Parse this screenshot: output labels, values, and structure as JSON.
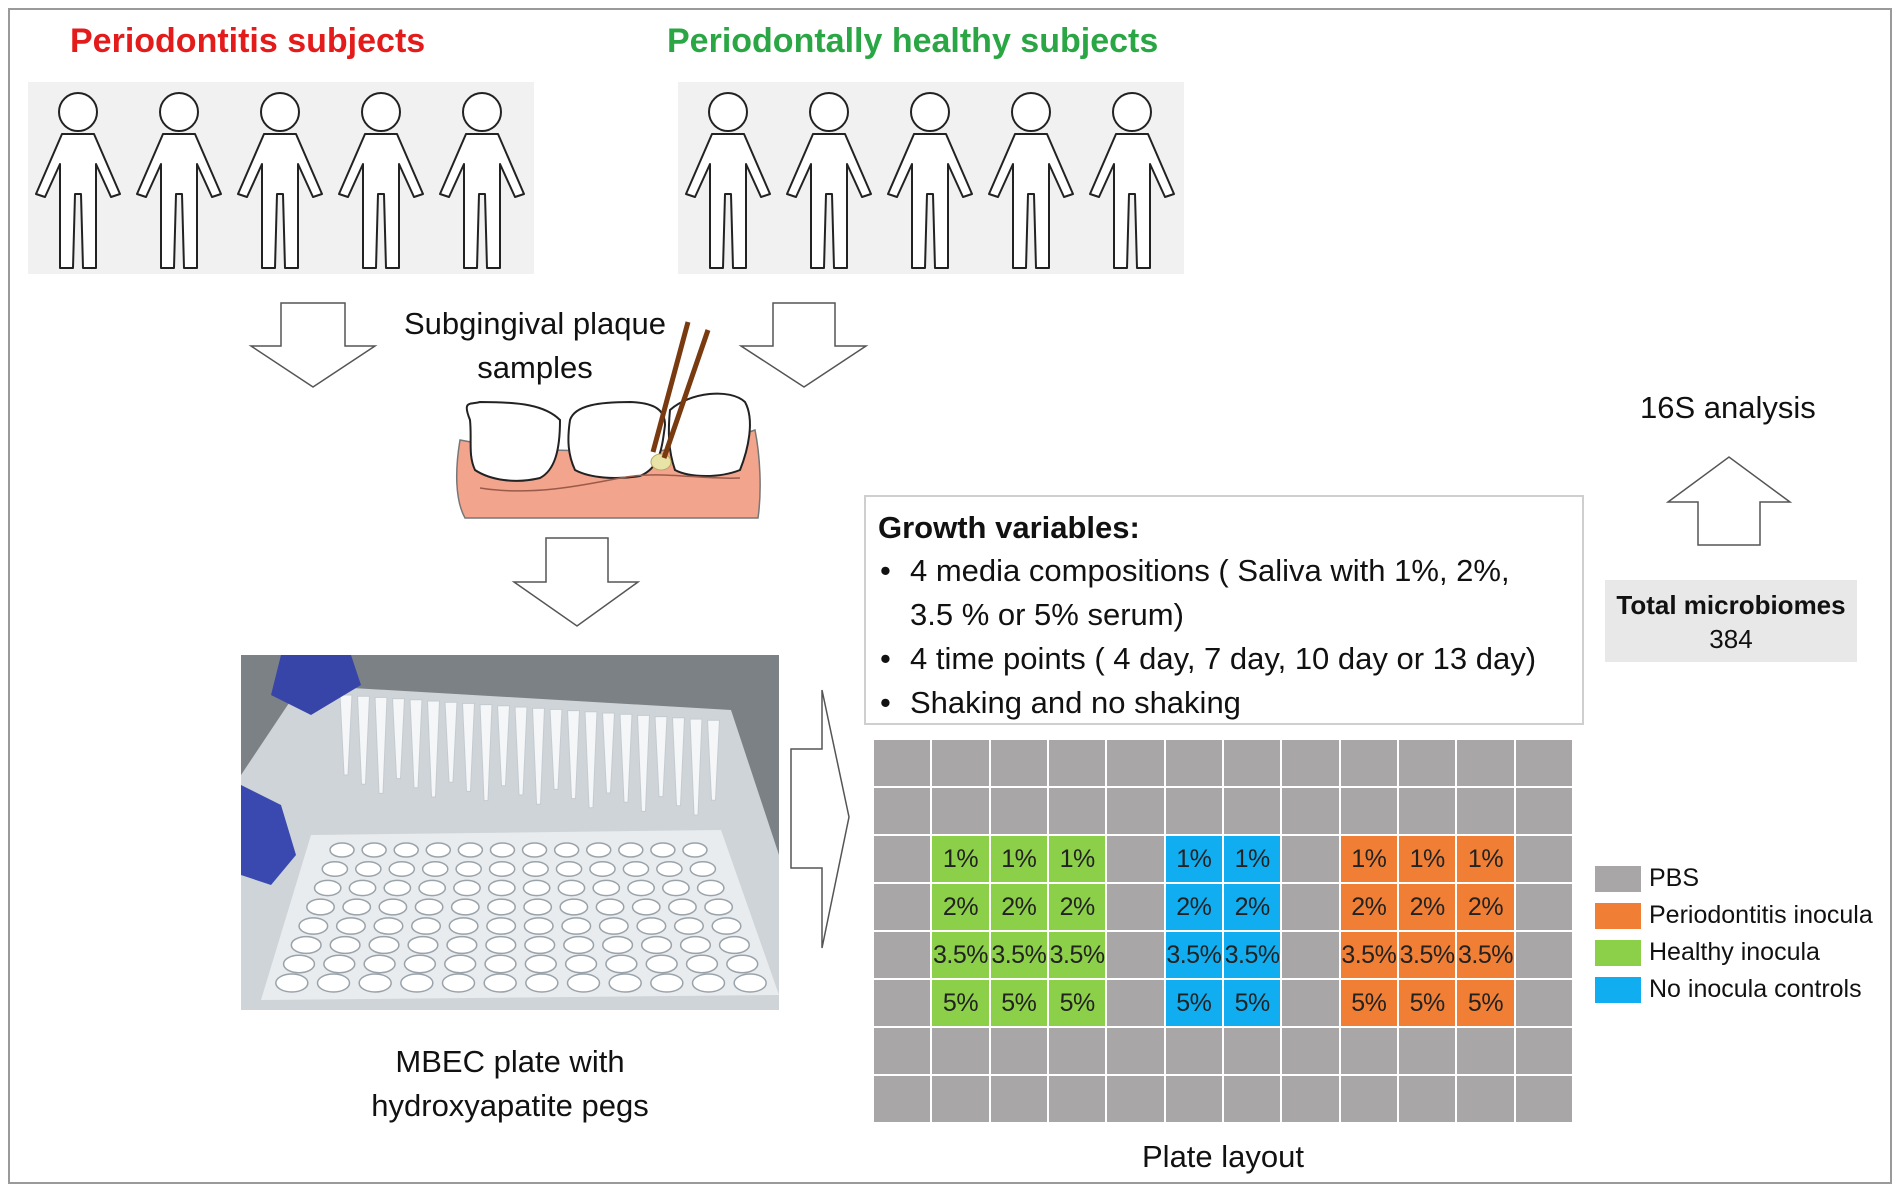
{
  "groups": {
    "periodontitis_title": "Periodontitis subjects",
    "healthy_title": "Periodontally healthy subjects",
    "periodontitis_color": "#e41b1b",
    "healthy_color": "#2aa744"
  },
  "sample_label": [
    "Subgingival plaque",
    "samples"
  ],
  "mbec_caption": [
    "MBEC plate with",
    "hydroxyapatite pegs"
  ],
  "growth_variables": {
    "title": "Growth variables:",
    "items": [
      [
        "4 media compositions ( Saliva with 1%, 2%,",
        "3.5 % or 5% serum)"
      ],
      [
        "4 time points ( 4 day, 7 day, 10 day or 13 day)"
      ],
      [
        "Shaking and no shaking"
      ]
    ]
  },
  "analysis": {
    "label": "16S analysis",
    "total_label": "Total microbiomes",
    "total_value": "384"
  },
  "plate": {
    "caption": "Plate layout",
    "rows": 8,
    "columns": 12,
    "colors": {
      "pbs": "#a8a6a6",
      "periodontitis": "#f07f35",
      "healthy": "#8ccf48",
      "control": "#10aef0"
    },
    "grid": [
      [
        "pbs",
        "pbs",
        "pbs",
        "pbs",
        "pbs",
        "pbs",
        "pbs",
        "pbs",
        "pbs",
        "pbs",
        "pbs",
        "pbs"
      ],
      [
        "pbs",
        "pbs",
        "pbs",
        "pbs",
        "pbs",
        "pbs",
        "pbs",
        "pbs",
        "pbs",
        "pbs",
        "pbs",
        "pbs"
      ],
      [
        "pbs",
        "healthy",
        "healthy",
        "healthy",
        "pbs",
        "control",
        "control",
        "pbs",
        "periodontitis",
        "periodontitis",
        "periodontitis",
        "pbs"
      ],
      [
        "pbs",
        "healthy",
        "healthy",
        "healthy",
        "pbs",
        "control",
        "control",
        "pbs",
        "periodontitis",
        "periodontitis",
        "periodontitis",
        "pbs"
      ],
      [
        "pbs",
        "healthy",
        "healthy",
        "healthy",
        "pbs",
        "control",
        "control",
        "pbs",
        "periodontitis",
        "periodontitis",
        "periodontitis",
        "pbs"
      ],
      [
        "pbs",
        "healthy",
        "healthy",
        "healthy",
        "pbs",
        "control",
        "control",
        "pbs",
        "periodontitis",
        "periodontitis",
        "periodontitis",
        "pbs"
      ],
      [
        "pbs",
        "pbs",
        "pbs",
        "pbs",
        "pbs",
        "pbs",
        "pbs",
        "pbs",
        "pbs",
        "pbs",
        "pbs",
        "pbs"
      ],
      [
        "pbs",
        "pbs",
        "pbs",
        "pbs",
        "pbs",
        "pbs",
        "pbs",
        "pbs",
        "pbs",
        "pbs",
        "pbs",
        "pbs"
      ]
    ],
    "labels": [
      [
        "",
        "",
        "",
        "",
        "",
        "",
        "",
        "",
        "",
        "",
        "",
        ""
      ],
      [
        "",
        "",
        "",
        "",
        "",
        "",
        "",
        "",
        "",
        "",
        "",
        ""
      ],
      [
        "",
        "1%",
        "1%",
        "1%",
        "",
        "1%",
        "1%",
        "",
        "1%",
        "1%",
        "1%",
        ""
      ],
      [
        "",
        "2%",
        "2%",
        "2%",
        "",
        "2%",
        "2%",
        "",
        "2%",
        "2%",
        "2%",
        ""
      ],
      [
        "",
        "3.5%",
        "3.5%",
        "3.5%",
        "",
        "3.5%",
        "3.5%",
        "",
        "3.5%",
        "3.5%",
        "3.5%",
        ""
      ],
      [
        "",
        "5%",
        "5%",
        "5%",
        "",
        "5%",
        "5%",
        "",
        "5%",
        "5%",
        "5%",
        ""
      ],
      [
        "",
        "",
        "",
        "",
        "",
        "",
        "",
        "",
        "",
        "",
        "",
        ""
      ],
      [
        "",
        "",
        "",
        "",
        "",
        "",
        "",
        "",
        "",
        "",
        "",
        ""
      ]
    ]
  },
  "legend": [
    {
      "label": "PBS",
      "color": "#a8a6a6"
    },
    {
      "label": "Periodontitis inocula",
      "color": "#f07f35"
    },
    {
      "label": "Healthy inocula",
      "color": "#8ccf48"
    },
    {
      "label": "No inocula controls",
      "color": "#10aef0"
    }
  ],
  "person_count_per_group": 5
}
